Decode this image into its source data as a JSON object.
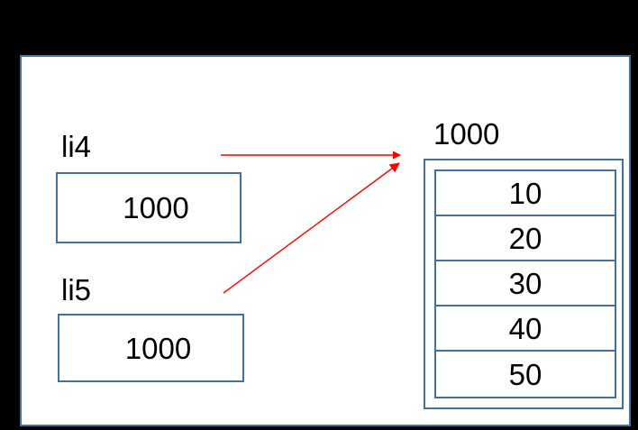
{
  "canvas": {
    "background": "#ffffff",
    "border_color": "#41719C",
    "letterbox_color": "#000000"
  },
  "variables": [
    {
      "name_label": "li4",
      "value": "1000"
    },
    {
      "name_label": "li5",
      "value": "1000"
    }
  ],
  "array_object": {
    "address_label": "1000",
    "cells": [
      {
        "value": "10"
      },
      {
        "value": "20"
      },
      {
        "value": "30"
      },
      {
        "value": "40"
      },
      {
        "value": "50"
      }
    ]
  },
  "arrows": {
    "color": "#FF0000",
    "from_li4": "horizontal",
    "from_li5": "diagonal"
  }
}
